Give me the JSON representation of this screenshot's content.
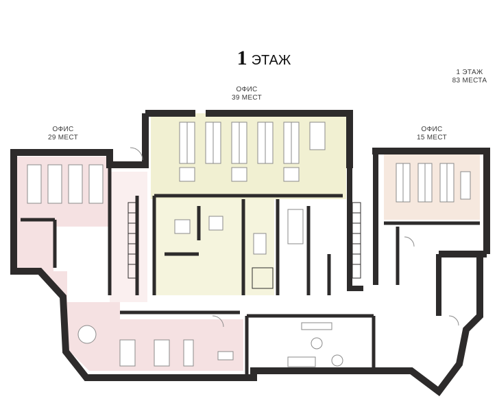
{
  "title": {
    "number": "1",
    "word": "ЭТАЖ"
  },
  "summary": {
    "line1": "1 ЭТАЖ",
    "line2": "83 МЕСТА"
  },
  "offices": [
    {
      "name": "ОФИС",
      "seats": "39 МЕСТ"
    },
    {
      "name": "ОФИС",
      "seats": "29 МЕСТ"
    },
    {
      "name": "ОФИС",
      "seats": "15 МЕСТ"
    }
  ],
  "colors": {
    "wall": "#2d2b2b",
    "office_yellow": "#f1f0d2",
    "office_pink": "#f5e1e2",
    "office_peach": "#f6e8de",
    "furniture": "#8a8a8a"
  }
}
